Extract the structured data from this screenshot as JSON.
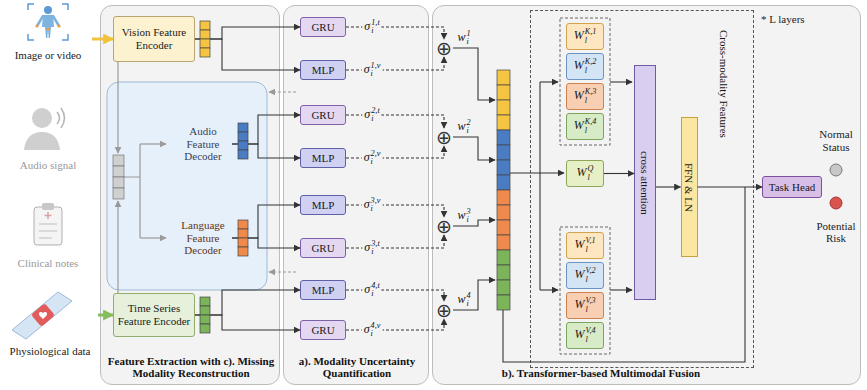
{
  "diagram": {
    "nodes": [
      {
        "text": [
          "Image or video"
        ]
      },
      {
        "text": [
          "Audio signal"
        ]
      },
      {
        "text": [
          "Clinical notes"
        ]
      },
      {
        "text": [
          "Physiological data"
        ]
      },
      {
        "text": [
          "Feature Extraction with c). Missing Modality Reconstruction"
        ]
      },
      {
        "text": [
          "Vision Feature Encoder"
        ],
        "in": 4
      },
      {
        "text": [
          "Audio Feature Decoder"
        ],
        "in": 4
      },
      {
        "text": [
          "Language Feature Decoder"
        ],
        "in": 4
      },
      {
        "text": [
          "Time Series Feature Encoder"
        ],
        "in": 4
      },
      {
        "text": [
          "a). Modality Uncertainty Quantification"
        ]
      },
      {
        "text": [
          "GRU"
        ],
        "in": 9
      },
      {
        "text": [
          "MLP"
        ],
        "in": 9
      },
      {
        "text": [
          "GRU"
        ],
        "in": 9
      },
      {
        "text": [
          "MLP"
        ],
        "in": 9
      },
      {
        "text": [
          "MLP"
        ],
        "in": 9
      },
      {
        "text": [
          "GRU"
        ],
        "in": 9
      },
      {
        "text": [
          "MLP"
        ],
        "in": 9
      },
      {
        "text": [
          "GRU"
        ],
        "in": 9
      },
      {
        "text": [
          "b). Transformer-based Multimodal Fusion"
        ]
      },
      {
        "text": [
          "⊕"
        ],
        "in": 18
      },
      {
        "text": [
          "⊕"
        ],
        "in": 18
      },
      {
        "text": [
          "⊕"
        ],
        "in": 18
      },
      {
        "text": [
          "⊕"
        ],
        "in": 18
      },
      {
        "text": [
          "* L layers"
        ],
        "in": 18
      },
      {
        "text": [
          "WlK,1"
        ],
        "in": 23
      },
      {
        "text": [
          "WlK,2"
        ],
        "in": 23
      },
      {
        "text": [
          "WlK,3"
        ],
        "in": 23
      },
      {
        "text": [
          "WlK,4"
        ],
        "in": 23
      },
      {
        "text": [
          "WlQ"
        ],
        "in": 23
      },
      {
        "text": [
          "WlV,1"
        ],
        "in": 23
      },
      {
        "text": [
          "WlV,2"
        ],
        "in": 23
      },
      {
        "text": [
          "WlV,3"
        ],
        "in": 23
      },
      {
        "text": [
          "WlV,4"
        ],
        "in": 23
      },
      {
        "text": [
          "cross attention"
        ],
        "in": 23
      },
      {
        "text": [
          "FFN & LN"
        ],
        "in": 23
      },
      {
        "text": [
          "Task Head"
        ],
        "in": 18
      },
      {
        "text": [
          "Normal Status"
        ],
        "in": 18
      },
      {
        "text": [
          "Potential Risk"
        ],
        "in": 18
      }
    ],
    "edges": [
      {
        "from": 0,
        "to": 5,
        "arrow": "to"
      },
      {
        "from": 3,
        "to": 8,
        "arrow": "to"
      },
      {
        "from": 5,
        "to": 10,
        "arrow": "to"
      },
      {
        "from": 5,
        "to": 11,
        "arrow": "to"
      },
      {
        "from": 6,
        "to": 12,
        "arrow": "to"
      },
      {
        "from": 6,
        "to": 13,
        "arrow": "to"
      },
      {
        "from": 7,
        "to": 14,
        "arrow": "to"
      },
      {
        "from": 7,
        "to": 15,
        "arrow": "to"
      },
      {
        "from": 8,
        "to": 16,
        "arrow": "to"
      },
      {
        "from": 8,
        "to": 17,
        "arrow": "to"
      },
      {
        "from": 10,
        "to": 19,
        "label": "σi1,t",
        "arrow": "to"
      },
      {
        "from": 11,
        "to": 19,
        "label": "σi1,v",
        "arrow": "to"
      },
      {
        "from": 12,
        "to": 20,
        "label": "σi2,t",
        "arrow": "to"
      },
      {
        "from": 13,
        "to": 20,
        "label": "σi2,v",
        "arrow": "to"
      },
      {
        "from": 14,
        "to": 21,
        "label": "σi3,v",
        "arrow": "to"
      },
      {
        "from": 15,
        "to": 21,
        "label": "σi3,t",
        "arrow": "to"
      },
      {
        "from": 16,
        "to": 22,
        "label": "σi4,t",
        "arrow": "to"
      },
      {
        "from": 17,
        "to": 22,
        "label": "σi4,v",
        "arrow": "to"
      },
      {
        "from": 28,
        "to": 33,
        "arrow": "to"
      },
      {
        "from": 33,
        "to": 34,
        "arrow": "to"
      },
      {
        "from": 34,
        "to": 35,
        "arrow": "to"
      }
    ],
    "labels": [
      "wi1",
      "wi2",
      "wi3",
      "wi4",
      "Cross-modality Features"
    ]
  }
}
